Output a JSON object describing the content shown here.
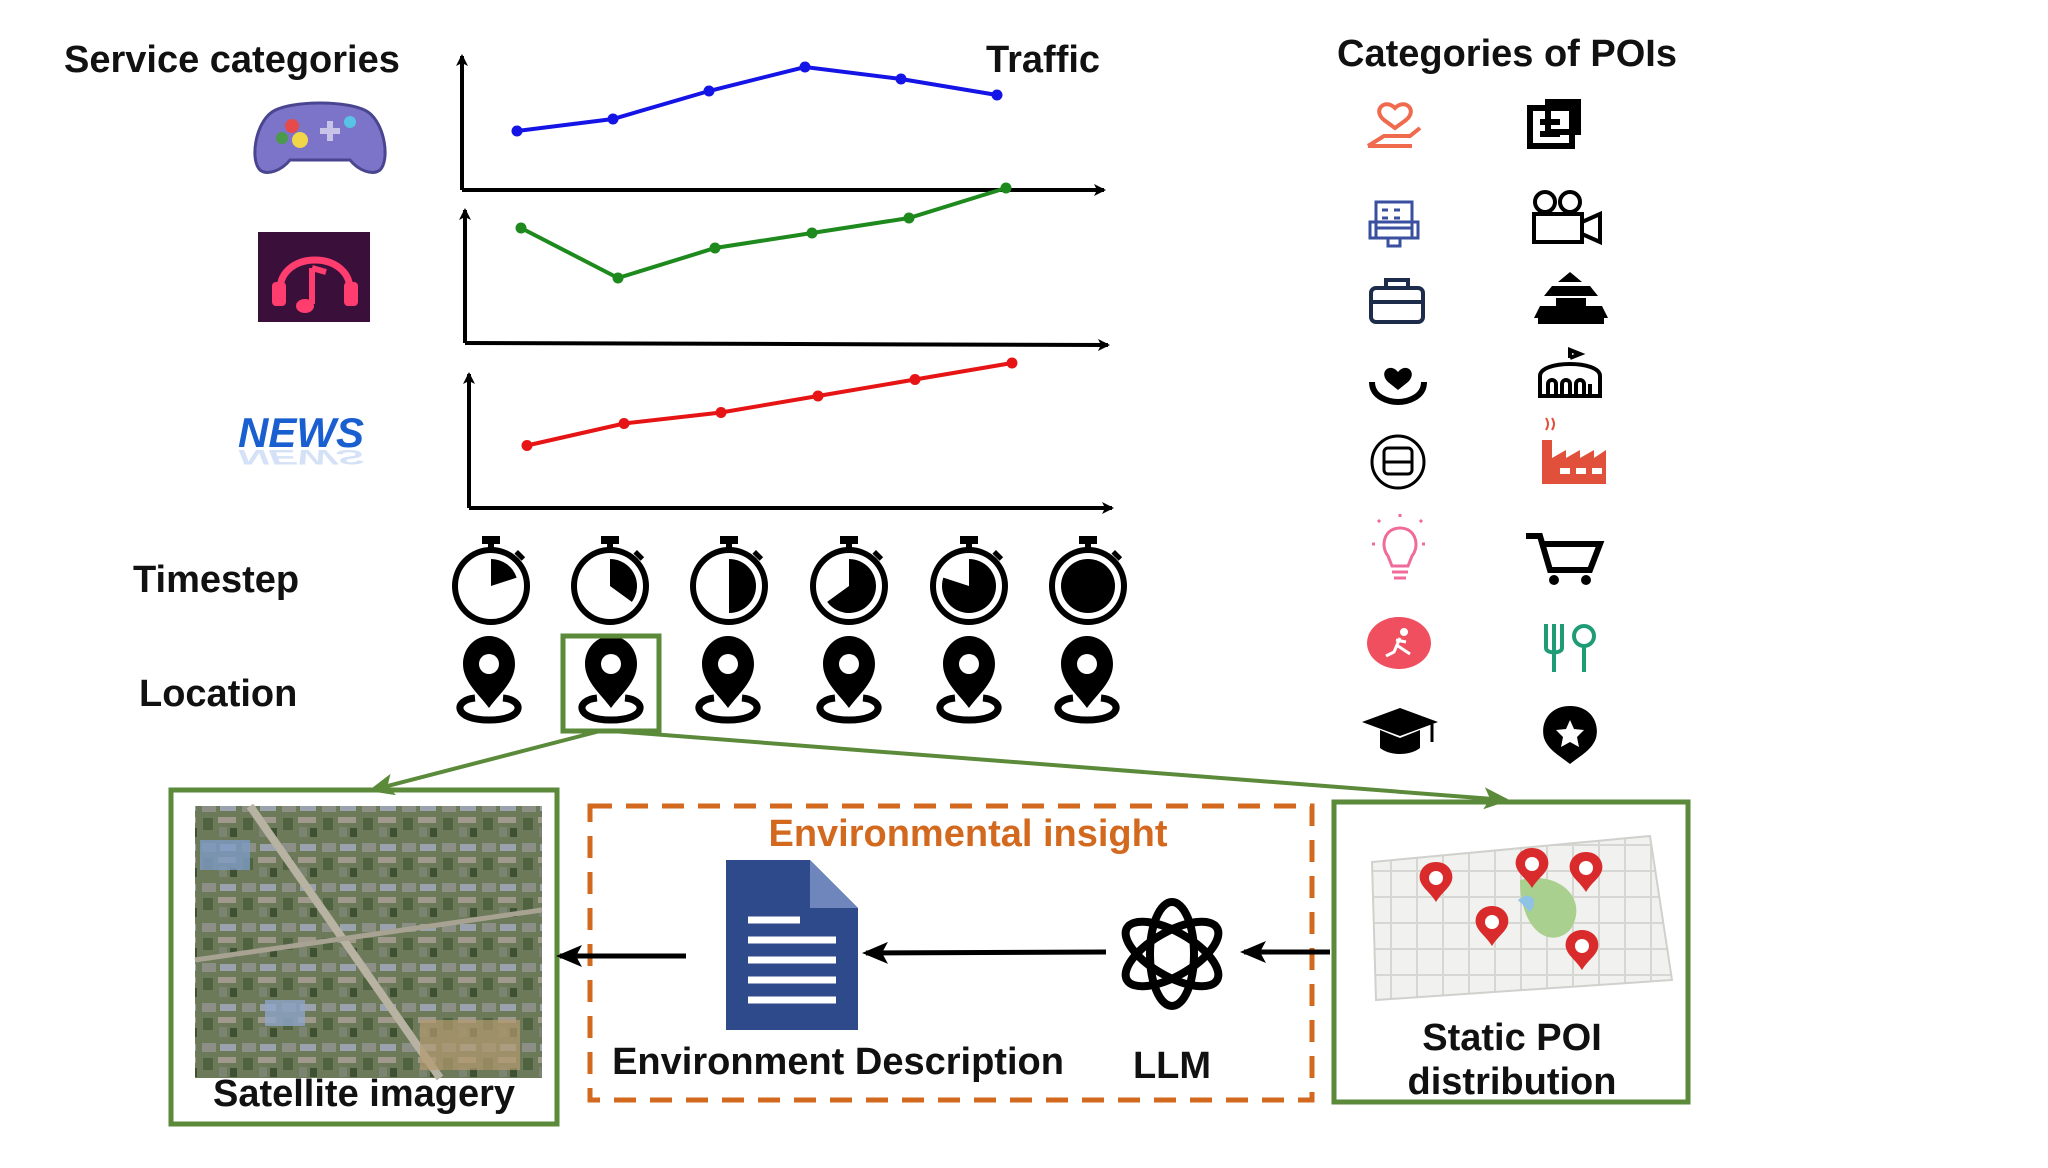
{
  "left_labels": {
    "service_categories": "Service categories",
    "timestep": "Timestep",
    "location": "Location"
  },
  "traffic_title": "Traffic",
  "service_icons": [
    "game-controller-icon",
    "music-headphones-icon",
    "news-icon"
  ],
  "news_icon_text": "NEWS",
  "series": [
    {
      "service": "game",
      "color": "#1414e6",
      "values": [
        0.3,
        0.45,
        0.8,
        1.1,
        0.95,
        0.75
      ]
    },
    {
      "service": "music",
      "color": "#1e8a1e",
      "values": [
        0.8,
        0.3,
        0.6,
        0.75,
        0.9,
        1.2
      ]
    },
    {
      "service": "news",
      "color": "#e61414",
      "values": [
        0.25,
        0.45,
        0.55,
        0.7,
        0.85,
        1.0
      ]
    }
  ],
  "timesteps": [
    1,
    2,
    3,
    4,
    5,
    6
  ],
  "timer_fill_fractions": [
    0.2,
    0.35,
    0.5,
    0.65,
    0.8,
    1.0
  ],
  "location_highlight_index": 1,
  "poi": {
    "title": "Categories of POIs",
    "icons": [
      "healthcare-hand-heart-icon",
      "building-block-icon",
      "hotel-building-icon",
      "movie-camera-icon",
      "briefcase-icon",
      "temple-icon",
      "charity-heart-hands-icon",
      "stadium-icon",
      "transit-bus-icon",
      "factory-icon",
      "idea-lightbulb-icon",
      "shopping-cart-icon",
      "sports-running-icon",
      "restaurant-fork-icon",
      "education-cap-icon",
      "favorite-star-pin-icon"
    ],
    "colors": {
      "healthcare": "#f06a4e",
      "hotel": "#3a4fa0",
      "idea": "#f06a9a",
      "sports": "#ef4f5f",
      "restaurant": "#1f9c76",
      "factory": "#e0503a"
    }
  },
  "bottom": {
    "satellite_label": "Satellite imagery",
    "insight_title": "Environmental insight",
    "env_desc_label": "Environment Description",
    "llm_label": "LLM",
    "poi_dist_label_line1": "Static POI",
    "poi_dist_label_line2": "distribution",
    "box_green": "#5a8a3a",
    "box_orange": "#d2691e",
    "doc_blue": "#2f4a8a"
  }
}
